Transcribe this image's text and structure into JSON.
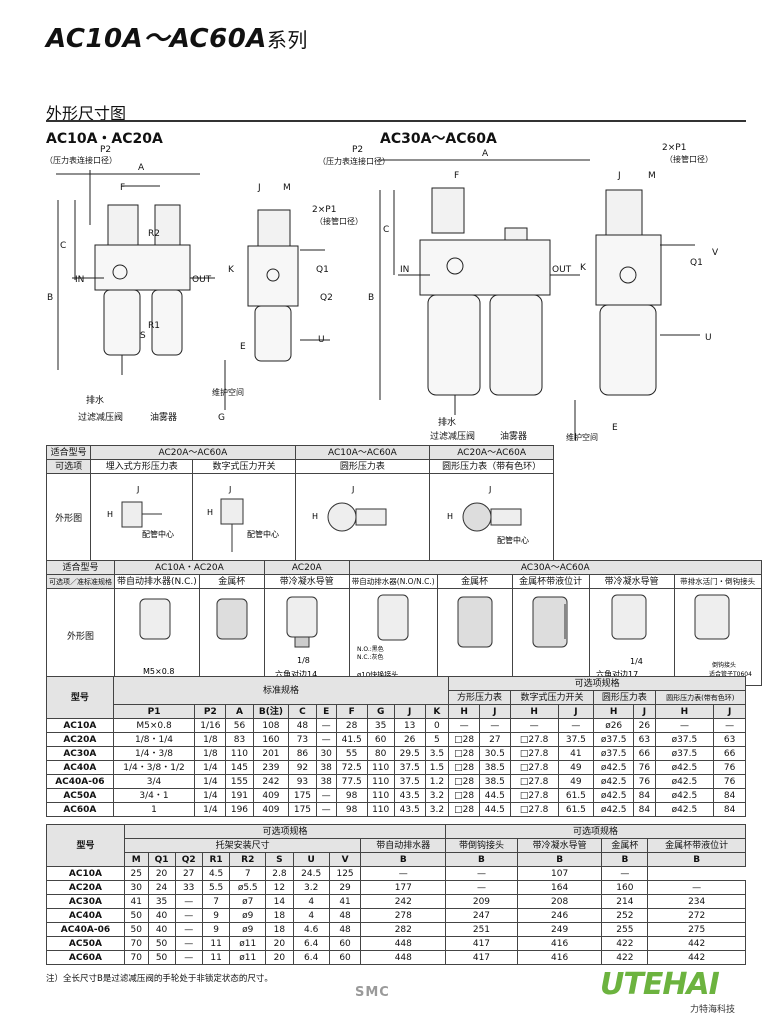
{
  "title": {
    "model": "AC10A～AC60A",
    "cn": "系列"
  },
  "section": "外形尺寸图",
  "sub_left": "AC10A・AC20A",
  "sub_right": "AC30A～AC60A",
  "labels": {
    "p2": "P2",
    "p2_note": "（压力表连接口径）",
    "p1": "2×P1",
    "p1_note": "（接管口径）",
    "in": "IN",
    "out": "OUT",
    "drain": "排水",
    "valve": "过滤减压阀",
    "lub": "油雾器",
    "maint": "维护空间",
    "A": "A",
    "B": "B",
    "C": "C",
    "F": "F",
    "J": "J",
    "M": "M",
    "K": "K",
    "S": "S",
    "U": "U",
    "V": "V",
    "G": "G",
    "E": "E",
    "H": "H",
    "Q1": "Q1",
    "Q2": "Q2",
    "R1": "R1",
    "R2": "R2",
    "center": "配管中心"
  },
  "opt1": {
    "r0": [
      "适合型号",
      "AC20A～AC60A",
      "AC10A～AC60A",
      "AC20A～AC60A"
    ],
    "r1": [
      "可选项",
      "埋入式方形压力表",
      "数字式压力开关",
      "圆形压力表",
      "圆形压力表（带有色环）"
    ],
    "r2": "外形图"
  },
  "opt2": {
    "r0": [
      "适合型号",
      "AC10A・AC20A",
      "AC20A",
      "AC30A～AC60A"
    ],
    "r1": [
      "可选项／准标准规格",
      "带自动排水器(N.C.)",
      "金属杯",
      "带冷凝水导管",
      "带自动排水器(N.O/N.C.)",
      "金属杯",
      "金属杯带液位计",
      "带冷凝水导管",
      "带排水活门・倒钩接头"
    ],
    "r2": "外形图",
    "m5": "M5×0.8",
    "n18": "1/8",
    "hex14": "六角对边14",
    "hex17": "六角对边17",
    "quick": "ø10快换接头",
    "no": "N.O.:黑色",
    "nc": "N.C.:灰色",
    "n14": "1/4",
    "barb": "倒钩接头",
    "barb2": "适合管子T0604"
  },
  "t1": {
    "model": "型号",
    "std": "标准规格",
    "opt": "可选项规格",
    "opt_sub": [
      "方形压力表",
      "数字式压力开关",
      "圆形压力表",
      "圆形压力表(带有色环)"
    ],
    "cols": [
      "P1",
      "P2",
      "A",
      "B(注)",
      "C",
      "E",
      "F",
      "G",
      "J",
      "K",
      "H",
      "J",
      "H",
      "J",
      "H",
      "J",
      "H",
      "J"
    ],
    "rows": [
      [
        "AC10A",
        "M5×0.8",
        "1/16",
        "56",
        "108",
        "48",
        "—",
        "28",
        "35",
        "13",
        "0",
        "—",
        "—",
        "—",
        "—",
        "ø26",
        "26",
        "—",
        "—"
      ],
      [
        "AC20A",
        "1/8・1/4",
        "1/8",
        "83",
        "160",
        "73",
        "—",
        "41.5",
        "60",
        "26",
        "5",
        "□28",
        "27",
        "□27.8",
        "37.5",
        "ø37.5",
        "63",
        "ø37.5",
        "63"
      ],
      [
        "AC30A",
        "1/4・3/8",
        "1/8",
        "110",
        "201",
        "86",
        "30",
        "55",
        "80",
        "29.5",
        "3.5",
        "□28",
        "30.5",
        "□27.8",
        "41",
        "ø37.5",
        "66",
        "ø37.5",
        "66"
      ],
      [
        "AC40A",
        "1/4・3/8・1/2",
        "1/4",
        "145",
        "239",
        "92",
        "38",
        "72.5",
        "110",
        "37.5",
        "1.5",
        "□28",
        "38.5",
        "□27.8",
        "49",
        "ø42.5",
        "76",
        "ø42.5",
        "76"
      ],
      [
        "AC40A-06",
        "3/4",
        "1/4",
        "155",
        "242",
        "93",
        "38",
        "77.5",
        "110",
        "37.5",
        "1.2",
        "□28",
        "38.5",
        "□27.8",
        "49",
        "ø42.5",
        "76",
        "ø42.5",
        "76"
      ],
      [
        "AC50A",
        "3/4・1",
        "1/4",
        "191",
        "409",
        "175",
        "—",
        "98",
        "110",
        "43.5",
        "3.2",
        "□28",
        "44.5",
        "□27.8",
        "61.5",
        "ø42.5",
        "84",
        "ø42.5",
        "84"
      ],
      [
        "AC60A",
        "1",
        "1/4",
        "196",
        "409",
        "175",
        "—",
        "98",
        "110",
        "43.5",
        "3.2",
        "□28",
        "44.5",
        "□27.8",
        "61.5",
        "ø42.5",
        "84",
        "ø42.5",
        "84"
      ]
    ]
  },
  "t2": {
    "model": "型号",
    "opt_l": "可选项规格",
    "bracket": "托架安装尺寸",
    "auto": "带自动排水器",
    "opt_r": "可选项规格",
    "opt_r_sub": [
      "带倒钩接头",
      "带冷凝水导管",
      "金属杯",
      "金属杯带液位计"
    ],
    "cols": [
      "M",
      "Q1",
      "Q2",
      "R1",
      "R2",
      "S",
      "U",
      "V",
      "B",
      "B",
      "B",
      "B",
      "B"
    ],
    "rows": [
      [
        "AC10A",
        "25",
        "20",
        "27",
        "4.5",
        "7",
        "2.8",
        "24.5",
        "125",
        "—",
        "—",
        "107",
        "—"
      ],
      [
        "AC20A",
        "30",
        "24",
        "33",
        "5.5",
        "ø5.5",
        "12",
        "3.2",
        "29",
        "177",
        "—",
        "164",
        "160",
        "—"
      ],
      [
        "AC30A",
        "41",
        "35",
        "—",
        "7",
        "ø7",
        "14",
        "4",
        "41",
        "242",
        "209",
        "208",
        "214",
        "234"
      ],
      [
        "AC40A",
        "50",
        "40",
        "—",
        "9",
        "ø9",
        "18",
        "4",
        "48",
        "278",
        "247",
        "246",
        "252",
        "272"
      ],
      [
        "AC40A-06",
        "50",
        "40",
        "—",
        "9",
        "ø9",
        "18",
        "4.6",
        "48",
        "282",
        "251",
        "249",
        "255",
        "275"
      ],
      [
        "AC50A",
        "70",
        "50",
        "—",
        "11",
        "ø11",
        "20",
        "6.4",
        "60",
        "448",
        "417",
        "416",
        "422",
        "442"
      ],
      [
        "AC60A",
        "70",
        "50",
        "—",
        "11",
        "ø11",
        "20",
        "6.4",
        "60",
        "448",
        "417",
        "416",
        "422",
        "442"
      ]
    ]
  },
  "note": "注）全长尺寸B是过滤减压阀的手轮处于非锁定状态的尺寸。",
  "smc": "SMC",
  "logo": {
    "text": "UTEHAI",
    "cn": "力特海科技"
  }
}
